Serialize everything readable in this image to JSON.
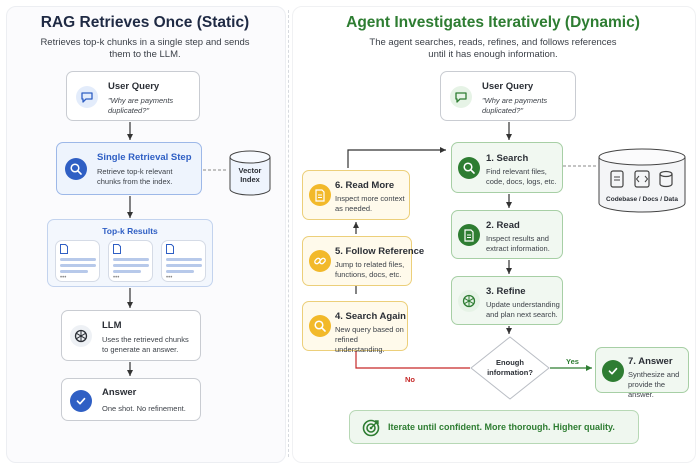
{
  "left": {
    "title": "RAG Retrieves Once (Static)",
    "subtitle_line1": "Retrieves top-k chunks in a single step and sends",
    "subtitle_line2": "them to the LLM.",
    "user_query": {
      "title": "User Query",
      "text_line1": "\"Why are payments",
      "text_line2": "duplicated?\""
    },
    "retrieval": {
      "title": "Single Retrieval Step",
      "text_line1": "Retrieve top-k relevant",
      "text_line2": "chunks from the index."
    },
    "vector_index": {
      "line1": "Vector",
      "line2": "Index"
    },
    "topk": {
      "title": "Top-k Results"
    },
    "llm": {
      "title": "LLM",
      "text_line1": "Uses the retrieved chunks",
      "text_line2": "to generate an answer."
    },
    "answer": {
      "title": "Answer",
      "text": "One shot. No refinement."
    }
  },
  "right": {
    "title": "Agent Investigates Iteratively (Dynamic)",
    "subtitle_line1": "The agent searches, reads, refines, and follows references",
    "subtitle_line2": "until it has enough information.",
    "user_query": {
      "title": "User Query",
      "text_line1": "\"Why are payments",
      "text_line2": "duplicated?\""
    },
    "search": {
      "title": "1. Search",
      "text_line1": "Find relevant files,",
      "text_line2": "code, docs, logs, etc."
    },
    "read": {
      "title": "2. Read",
      "text_line1": "Inspect results and",
      "text_line2": "extract information."
    },
    "refine": {
      "title": "3. Refine",
      "text_line1": "Update understanding",
      "text_line2": "and plan next search."
    },
    "decision": {
      "line1": "Enough",
      "line2": "information?"
    },
    "yes": "Yes",
    "no": "No",
    "answer": {
      "title": "7. Answer",
      "text_line1": "Synthesize and",
      "text_line2": "provide the answer."
    },
    "codebase": {
      "label": "Codebase / Docs / Data"
    },
    "search_again": {
      "title": "4. Search Again",
      "text_line1": "New query based on",
      "text_line2": "refined understanding."
    },
    "follow_ref": {
      "title": "5. Follow Reference",
      "text_line1": "Jump to related files,",
      "text_line2": "functions, docs, etc."
    },
    "read_more": {
      "title": "6. Read More",
      "text_line1": "Inspect more context",
      "text_line2": "as needed."
    },
    "footer": "Iterate until confident. More thorough. Higher quality."
  },
  "colors": {
    "blue": "#2f5fc4",
    "green": "#2e7d32",
    "red": "#c62828",
    "yellow": "#e0a21a"
  }
}
